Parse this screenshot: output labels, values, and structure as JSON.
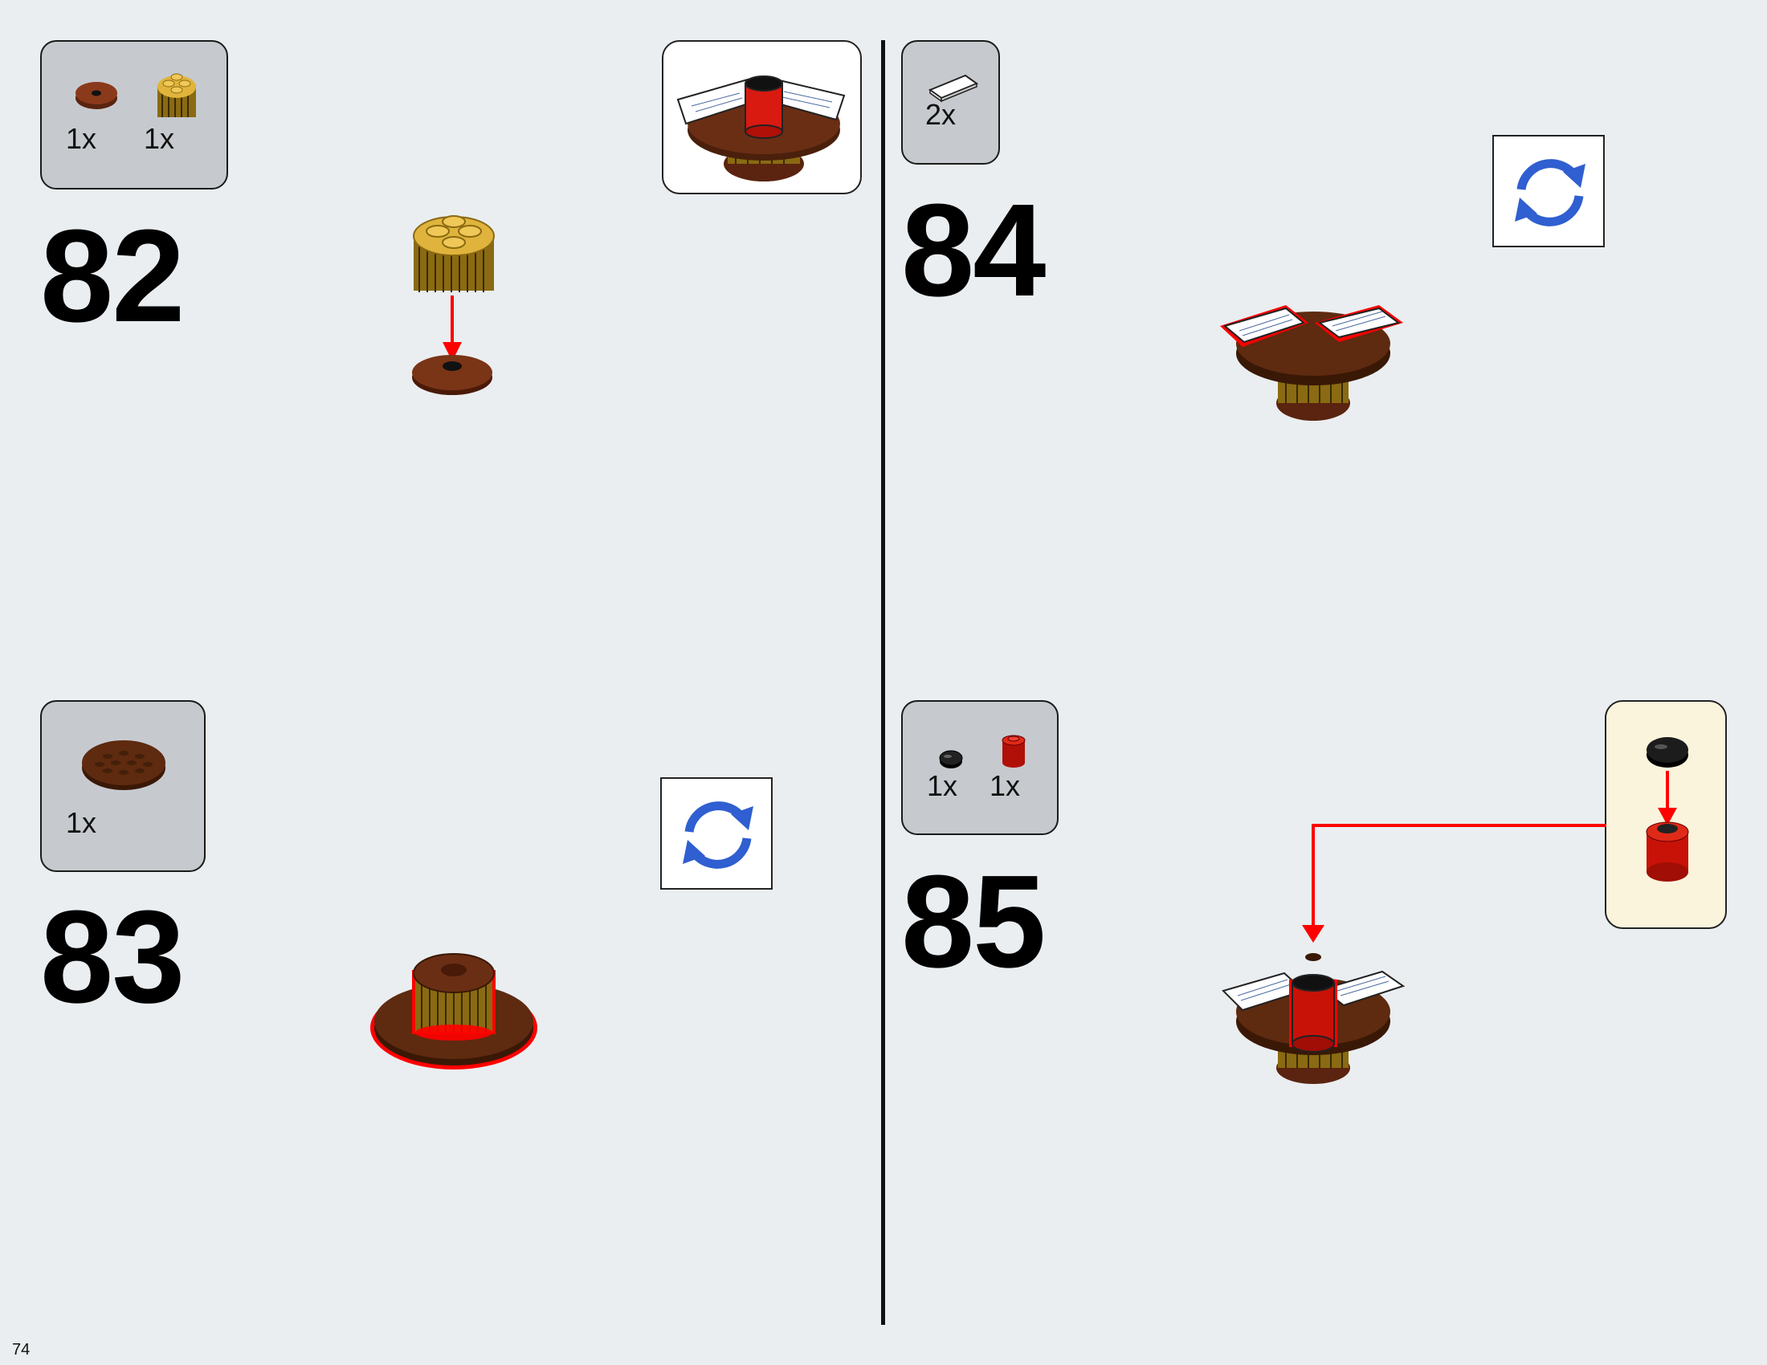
{
  "page": {
    "number": "74"
  },
  "colors": {
    "background": "#eaeef1",
    "arrow": "#ff0000",
    "rotate_icon": "#2f5fd0",
    "parts_box": "#c6cacf",
    "sub_assembly": "#fbf4dc"
  },
  "steps": [
    {
      "number": "82",
      "parts": [
        {
          "icon": "reddish-brown-round-plate-2x2",
          "qty": "1x"
        },
        {
          "icon": "gold-round-brick-2x2-grille",
          "qty": "1x"
        }
      ]
    },
    {
      "number": "83",
      "parts": [
        {
          "icon": "reddish-brown-round-plate-4x4",
          "qty": "1x"
        }
      ]
    },
    {
      "number": "84",
      "parts": [
        {
          "icon": "white-printed-tile-1x2",
          "qty": "2x"
        }
      ]
    },
    {
      "number": "85",
      "parts": [
        {
          "icon": "black-round-tile-1x1",
          "qty": "1x"
        },
        {
          "icon": "red-round-brick-1x1",
          "qty": "1x"
        }
      ]
    }
  ],
  "icons": {
    "rotate": "rotate-icon"
  }
}
